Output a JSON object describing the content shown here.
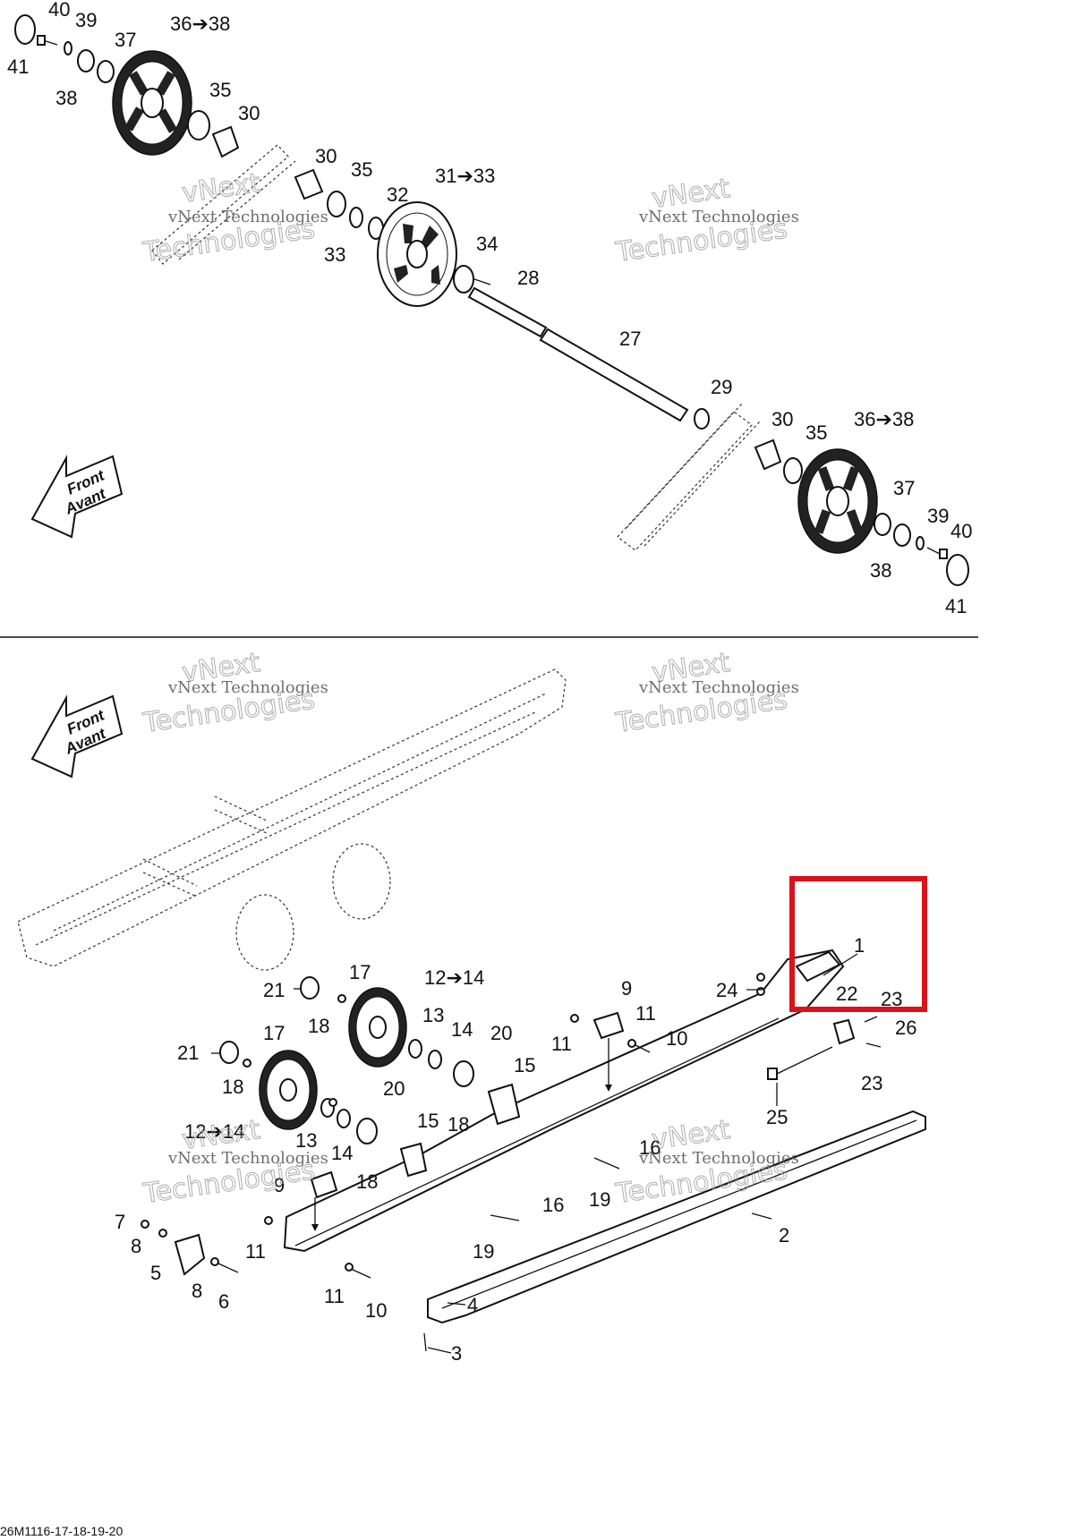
{
  "diagram": {
    "drawing_code": "26M1116-17-18-19-20",
    "direction_arrow": {
      "line1": "Front",
      "line2": "Avant"
    },
    "watermark": {
      "small": "vNext Technologies",
      "large_top": "vNext",
      "large_bottom": "Technologies"
    },
    "highlight": {
      "color": "#d9121b",
      "item": "1"
    },
    "upper_labels": [
      "40",
      "39",
      "37",
      "36➔38",
      "41",
      "38",
      "35",
      "30",
      "30",
      "35",
      "32",
      "31➔33",
      "33",
      "34",
      "28",
      "27",
      "29",
      "30",
      "35",
      "36➔38",
      "37",
      "39",
      "40",
      "38",
      "41"
    ],
    "lower_labels": [
      "1",
      "24",
      "22",
      "23",
      "26",
      "23",
      "25",
      "2",
      "9",
      "11",
      "10",
      "11",
      "17",
      "21",
      "18",
      "12➔14",
      "13",
      "14",
      "20",
      "15",
      "17",
      "21",
      "18",
      "20",
      "12➔14",
      "13",
      "14",
      "15",
      "18",
      "9",
      "18",
      "16",
      "19",
      "16",
      "19",
      "7",
      "8",
      "5",
      "8",
      "6",
      "11",
      "11",
      "10",
      "4",
      "3"
    ]
  }
}
